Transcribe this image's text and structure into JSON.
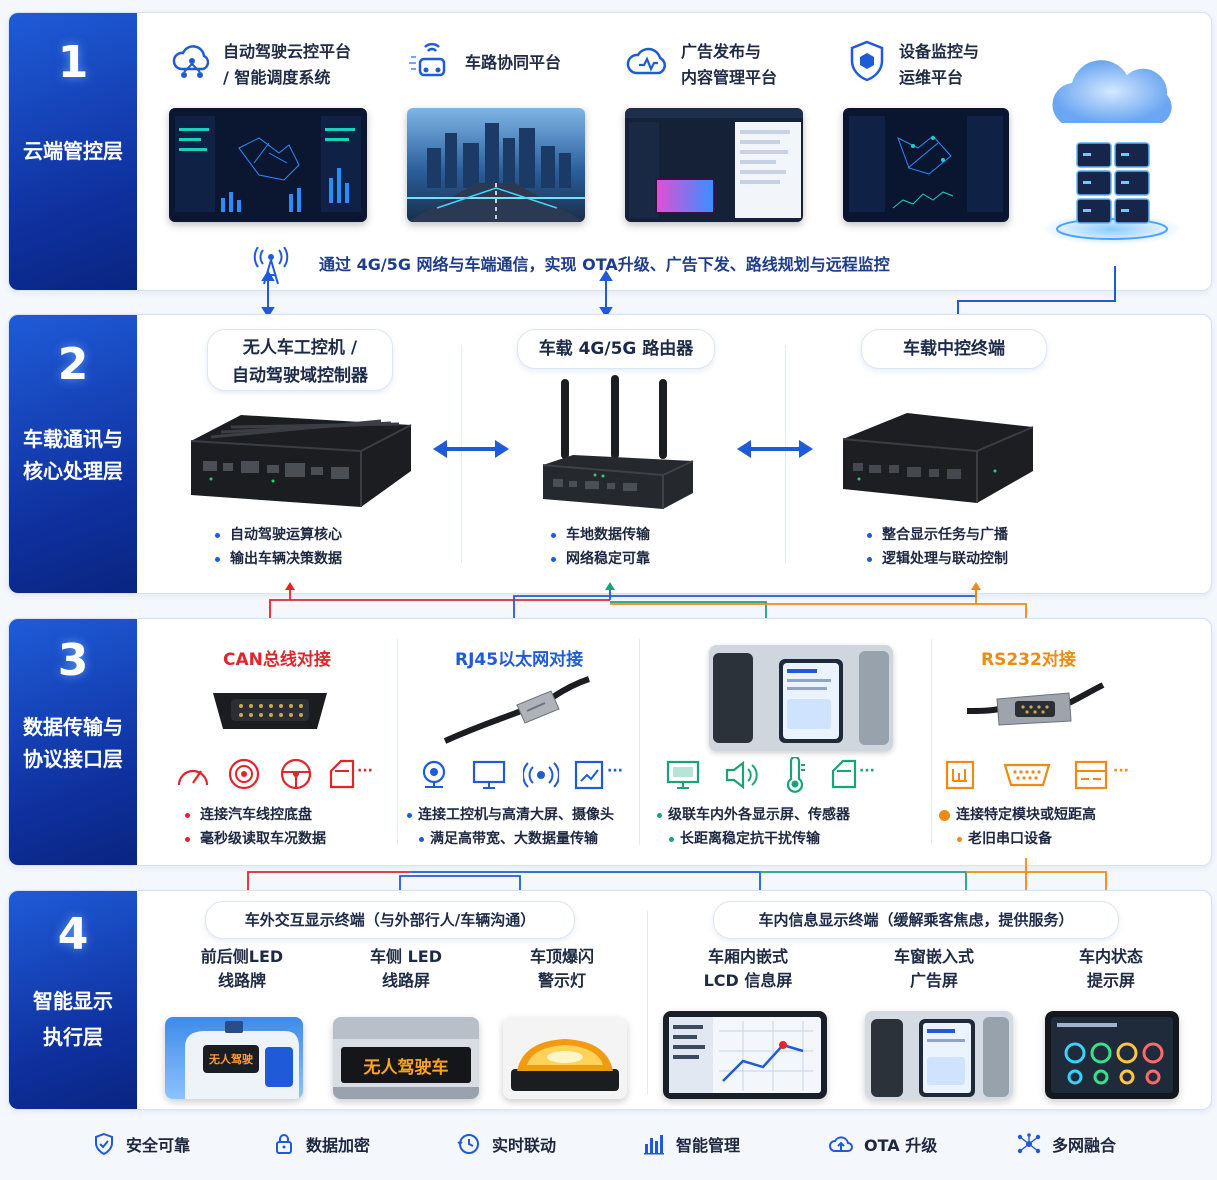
{
  "layer1": {
    "num": "1",
    "name": "云端管控层",
    "platforms": [
      {
        "line1": "自动驾驶云控平台",
        "line2": "/ 智能调度系统",
        "icon": "cloud-network-icon"
      },
      {
        "line1": "车路协同平台",
        "line2": "",
        "icon": "v2x-car-icon"
      },
      {
        "line1": "广告发布与",
        "line2": "内容管理平台",
        "icon": "cloud-content-icon"
      },
      {
        "line1": "设备监控与",
        "line2": "运维平台",
        "icon": "shield-monitor-icon"
      }
    ],
    "comm": "通过 4G/5G 网络与车端通信，实现 OTA升级、广告下发、路线规划与远程监控"
  },
  "layer2": {
    "num": "2",
    "name_line1": "车载通讯与",
    "name_line2": "核心处理层",
    "devices": [
      {
        "title_line1": "无人车工控机 /",
        "title_line2": "自动驾驶域控制器",
        "bullets": [
          "自动驾驶运算核心",
          "输出车辆决策数据"
        ]
      },
      {
        "title_line1": "车载 4G/5G 路由器",
        "title_line2": "",
        "bullets": [
          "车地数据传输",
          "网络稳定可靠"
        ]
      },
      {
        "title_line1": "车载中控终端",
        "title_line2": "",
        "bullets": [
          "整合显示任务与广播",
          "逻辑处理与联动控制"
        ]
      }
    ]
  },
  "layer3": {
    "num": "3",
    "name_line1": "数据传输与",
    "name_line2": "协议接口层",
    "interfaces": [
      {
        "title": "CAN总线对接",
        "color": "#e0262b",
        "bullets": [
          "连接汽车线控底盘",
          "毫秒级读取车况数据"
        ],
        "dot": "#e0262b"
      },
      {
        "title": "RJ45以太网对接",
        "color": "#1f5bd8",
        "bullets": [
          "连接工控机与高清大屏、摄像头",
          "满足高带宽、大数据量传输"
        ],
        "dot": "#1f5bd8"
      },
      {
        "title": "",
        "color": "#1aa37a",
        "bullets": [
          "级联车内外各显示屏、传感器",
          "长距离稳定抗干扰传输"
        ],
        "dot": "#1aa37a"
      },
      {
        "title": "RS232对接",
        "color": "#f08a12",
        "bullets": [
          "连接特定模块或短距高",
          "老旧串口设备"
        ],
        "dot": "#f08a12"
      }
    ],
    "more": "···"
  },
  "layer4": {
    "num": "4",
    "name_line1": "智能显示",
    "name_line2": "执行层",
    "group_ext": "车外交互显示终端（与外部行人/车辆沟通）",
    "group_int": "车内信息显示终端（缓解乘客焦虑，提供服务）",
    "terminals": [
      {
        "line1": "前后侧LED",
        "line2": "线路牌"
      },
      {
        "line1": "车侧 LED",
        "line2": "线路屏"
      },
      {
        "line1": "车顶爆闪",
        "line2": "警示灯"
      },
      {
        "line1": "车厢内嵌式",
        "line2": "LCD 信息屏"
      },
      {
        "line1": "车窗嵌入式",
        "line2": "广告屏"
      },
      {
        "line1": "车内状态",
        "line2": "提示屏"
      }
    ],
    "led_sign_text": "无人驾驶",
    "led_screen_text": "无人驾驶车"
  },
  "footer": [
    {
      "label": "安全可靠",
      "icon": "shield-check-icon"
    },
    {
      "label": "数据加密",
      "icon": "lock-icon"
    },
    {
      "label": "实时联动",
      "icon": "clock-icon"
    },
    {
      "label": "智能管理",
      "icon": "bar-chart-icon"
    },
    {
      "label": "OTA 升级",
      "icon": "cloud-upload-icon"
    },
    {
      "label": "多网融合",
      "icon": "network-nodes-icon"
    }
  ],
  "colors": {
    "primary": "#1f5bd8",
    "can": "#e0262b",
    "rj45": "#1f5bd8",
    "serial": "#1aa37a",
    "rs232": "#f08a12"
  }
}
